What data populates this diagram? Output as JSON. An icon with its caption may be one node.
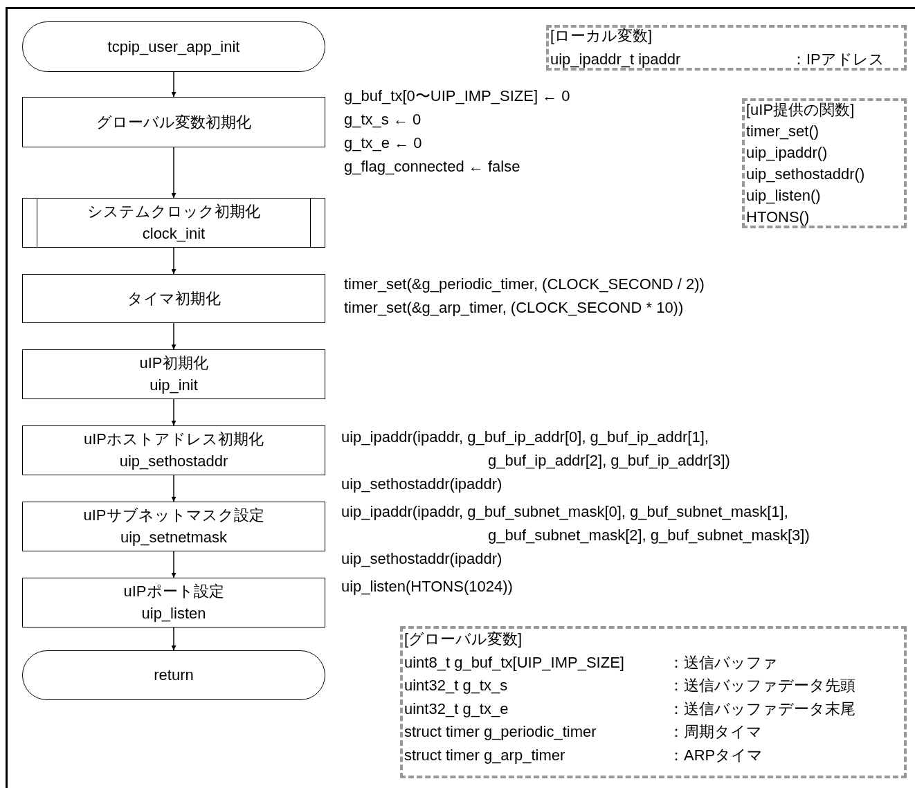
{
  "diagram": {
    "nodes": [
      {
        "text": [
          "tcpip_user_app_init"
        ]
      },
      {
        "text": [
          "グローバル変数初期化"
        ],
        "beside": [
          "g_buf_tx[0〜UIP_IMP_SIZE] ← 0",
          "g_tx_s ← 0",
          "g_tx_e ← 0",
          "g_flag_connected ← false"
        ]
      },
      {
        "text": [
          "システムクロック初期化",
          "clock_init"
        ]
      },
      {
        "text": [
          "タイマ初期化"
        ],
        "beside": [
          "timer_set(&g_periodic_timer, (CLOCK_SECOND / 2))",
          "timer_set(&g_arp_timer, (CLOCK_SECOND * 10))"
        ]
      },
      {
        "text": [
          "uIP初期化",
          "uip_init"
        ]
      },
      {
        "text": [
          "uIPホストアドレス初期化",
          "uip_sethostaddr"
        ],
        "beside": [
          "uip_ipaddr(ipaddr, g_buf_ip_addr[0], g_buf_ip_addr[1], g_buf_ip_addr[2], g_buf_ip_addr[3])",
          "uip_sethostaddr(ipaddr)"
        ]
      },
      {
        "text": [
          "uIPサブネットマスク設定",
          "uip_setnetmask"
        ],
        "beside": [
          "uip_ipaddr(ipaddr, g_buf_subnet_mask[0], g_buf_subnet_mask[1], g_buf_subnet_mask[2], g_buf_subnet_mask[3])",
          "uip_sethostaddr(ipaddr)"
        ]
      },
      {
        "text": [
          "uIPポート設定",
          "uip_listen"
        ],
        "beside": [
          "uip_listen(HTONS(1024))"
        ]
      },
      {
        "text": [
          "return"
        ]
      },
      {
        "text": [
          "[ローカル変数]",
          "uip_ipaddr_t ipaddr",
          "：IPアドレス"
        ]
      },
      {
        "text": [
          "[uIP提供の関数]",
          "timer_set()",
          "uip_ipaddr()",
          "uip_sethostaddr()",
          "uip_listen()",
          "HTONS()"
        ]
      },
      {
        "text": [
          "[グローバル変数]",
          "uint8_t g_buf_tx[UIP_IMP_SIZE]",
          "：送信バッファ",
          "uint32_t g_tx_s",
          "：送信バッファデータ先頭",
          "uint32_t g_tx_e",
          "：送信バッファデータ末尾",
          "struct timer g_periodic_timer",
          "：周期タイマ",
          "struct timer g_arp_timer",
          "：ARPタイマ"
        ]
      }
    ],
    "edges": [
      {
        "from": 0,
        "to": 1,
        "arrow": "to"
      },
      {
        "from": 1,
        "to": 2,
        "arrow": "to"
      },
      {
        "from": 2,
        "to": 3,
        "arrow": "to"
      },
      {
        "from": 3,
        "to": 4,
        "arrow": "to"
      },
      {
        "from": 4,
        "to": 5,
        "arrow": "to"
      },
      {
        "from": 5,
        "to": 6,
        "arrow": "to"
      },
      {
        "from": 6,
        "to": 7,
        "arrow": "to"
      },
      {
        "from": 7,
        "to": 8,
        "arrow": "to"
      }
    ]
  }
}
